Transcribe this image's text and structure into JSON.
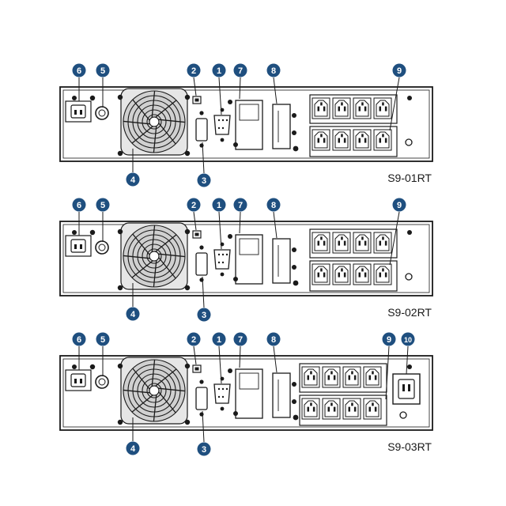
{
  "colors": {
    "badge": "#1f4f7f",
    "outline": "#1a1a1a",
    "fan_fill": "#e6e6e6",
    "bg": "#ffffff"
  },
  "units": [
    {
      "model": "S9-01RT",
      "has_port_10": false,
      "callouts": [
        {
          "id": "6",
          "label": "6"
        },
        {
          "id": "5",
          "label": "5"
        },
        {
          "id": "2",
          "label": "2"
        },
        {
          "id": "1",
          "label": "1"
        },
        {
          "id": "7",
          "label": "7"
        },
        {
          "id": "8",
          "label": "8"
        },
        {
          "id": "9",
          "label": "9"
        },
        {
          "id": "4",
          "label": "4"
        },
        {
          "id": "3",
          "label": "3"
        }
      ]
    },
    {
      "model": "S9-02RT",
      "has_port_10": false,
      "callouts": [
        {
          "id": "6",
          "label": "6"
        },
        {
          "id": "5",
          "label": "5"
        },
        {
          "id": "2",
          "label": "2"
        },
        {
          "id": "1",
          "label": "1"
        },
        {
          "id": "7",
          "label": "7"
        },
        {
          "id": "8",
          "label": "8"
        },
        {
          "id": "9",
          "label": "9"
        },
        {
          "id": "4",
          "label": "4"
        },
        {
          "id": "3",
          "label": "3"
        }
      ]
    },
    {
      "model": "S9-03RT",
      "has_port_10": true,
      "callouts": [
        {
          "id": "6",
          "label": "6"
        },
        {
          "id": "5",
          "label": "5"
        },
        {
          "id": "2",
          "label": "2"
        },
        {
          "id": "1",
          "label": "1"
        },
        {
          "id": "7",
          "label": "7"
        },
        {
          "id": "8",
          "label": "8"
        },
        {
          "id": "9",
          "label": "9"
        },
        {
          "id": "10",
          "label": "10"
        },
        {
          "id": "4",
          "label": "4"
        },
        {
          "id": "3",
          "label": "3"
        }
      ]
    }
  ]
}
